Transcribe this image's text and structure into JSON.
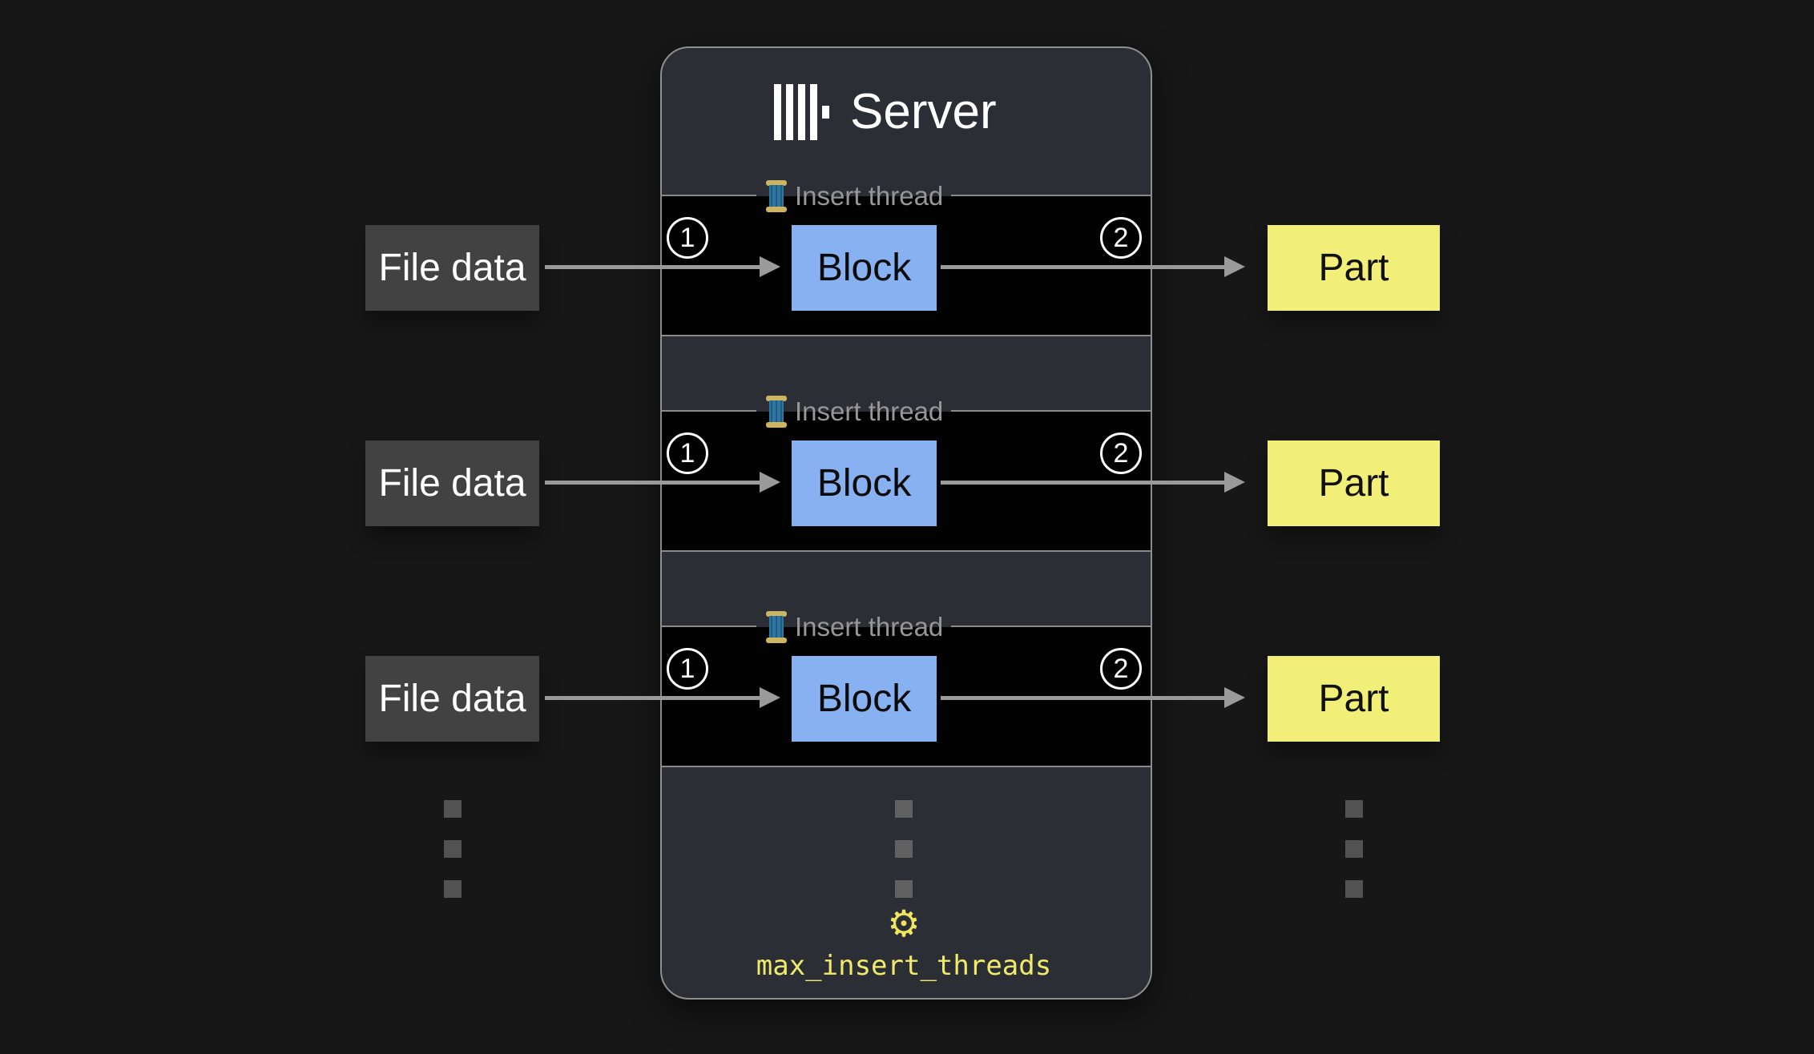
{
  "canvas": {
    "background": "#171717"
  },
  "server": {
    "title": "Server",
    "logo_icon": "clickhouse-logo",
    "footer": {
      "gear_glyph": "⚙",
      "setting_name": "max_insert_threads"
    }
  },
  "threads": [
    {
      "label": "Insert thread",
      "step_in": "1",
      "block": "Block",
      "step_out": "2"
    },
    {
      "label": "Insert thread",
      "step_in": "1",
      "block": "Block",
      "step_out": "2"
    },
    {
      "label": "Insert thread",
      "step_in": "1",
      "block": "Block",
      "step_out": "2"
    }
  ],
  "inputs": [
    "File data",
    "File data",
    "File data"
  ],
  "outputs": [
    "Part",
    "Part",
    "Part"
  ],
  "colors": {
    "block_fill": "#87b1f0",
    "part_fill": "#f1ef78",
    "file_fill": "#424242",
    "panel_fill": "#2b2e35",
    "row_fill": "#020202",
    "border_gray": "#8f8f8f",
    "arrow_gray": "#9a9a9a",
    "muted_text": "#979797",
    "accent_yellow": "#f0eb6a"
  }
}
